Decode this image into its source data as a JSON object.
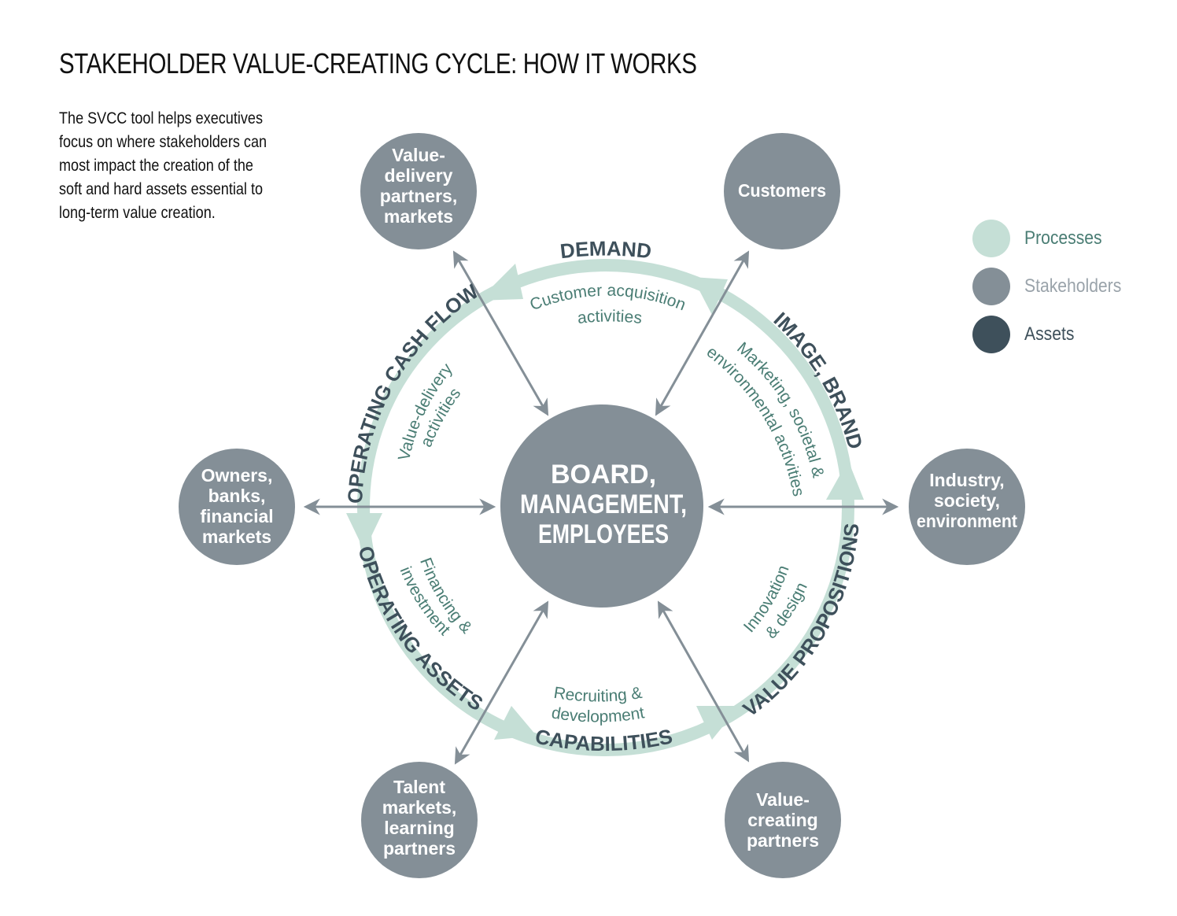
{
  "title": "STAKEHOLDER VALUE-CREATING CYCLE: HOW IT WORKS",
  "intro_lines": [
    "The SVCC tool helps executives",
    "focus on where stakeholders can",
    "most impact the creation of the",
    "soft and hard assets essential to",
    "long-term value creation."
  ],
  "colors": {
    "process": "#c5dfd6",
    "stakeholder": "#848f97",
    "asset": "#3e505b",
    "process_text": "#4a7d74",
    "stakeholder_text": "#9aa3aa",
    "arrow": "#848f97",
    "asset_text": "#3e505b"
  },
  "legend": [
    {
      "label": "Processes",
      "type": "process"
    },
    {
      "label": "Stakeholders",
      "type": "stakeholder"
    },
    {
      "label": "Assets",
      "type": "asset"
    }
  ],
  "center": {
    "lines": [
      "BOARD,",
      "MANAGEMENT,",
      "EMPLOYEES"
    ]
  },
  "stakeholders": [
    {
      "id": "value-delivery-partners",
      "lines": [
        "Value-",
        "delivery",
        "partners,",
        "markets"
      ]
    },
    {
      "id": "customers",
      "lines": [
        "Customers"
      ]
    },
    {
      "id": "industry-society",
      "lines": [
        "Industry,",
        "society,",
        "environment"
      ]
    },
    {
      "id": "value-creating-partners",
      "lines": [
        "Value-",
        "creating",
        "partners"
      ]
    },
    {
      "id": "talent-markets",
      "lines": [
        "Talent",
        "markets,",
        "learning",
        "partners"
      ]
    },
    {
      "id": "owners-banks",
      "lines": [
        "Owners,",
        "banks,",
        "financial",
        "markets"
      ]
    }
  ],
  "assets": [
    {
      "id": "demand",
      "label": "DEMAND"
    },
    {
      "id": "image-brand",
      "label": "IMAGE, BRAND"
    },
    {
      "id": "value-propositions",
      "label": "VALUE PROPOSITIONS"
    },
    {
      "id": "capabilities",
      "label": "CAPABILITIES"
    },
    {
      "id": "operating-assets",
      "label": "OPERATING ASSETS"
    },
    {
      "id": "operating-cash-flow",
      "label": "OPERATING CASH FLOW"
    }
  ],
  "processes": [
    {
      "id": "customer-acquisition",
      "lines": [
        "Customer acquisition",
        "activities"
      ]
    },
    {
      "id": "marketing-societal",
      "lines": [
        "Marketing, societal &",
        "environmental activities"
      ]
    },
    {
      "id": "innovation-design",
      "lines": [
        "Innovation",
        "& design"
      ]
    },
    {
      "id": "recruiting-development",
      "lines": [
        "Recruiting &",
        "development"
      ]
    },
    {
      "id": "financing-investment",
      "lines": [
        "Financing &",
        "investment"
      ]
    },
    {
      "id": "value-delivery",
      "lines": [
        "Value-delivery",
        "activities"
      ]
    }
  ]
}
